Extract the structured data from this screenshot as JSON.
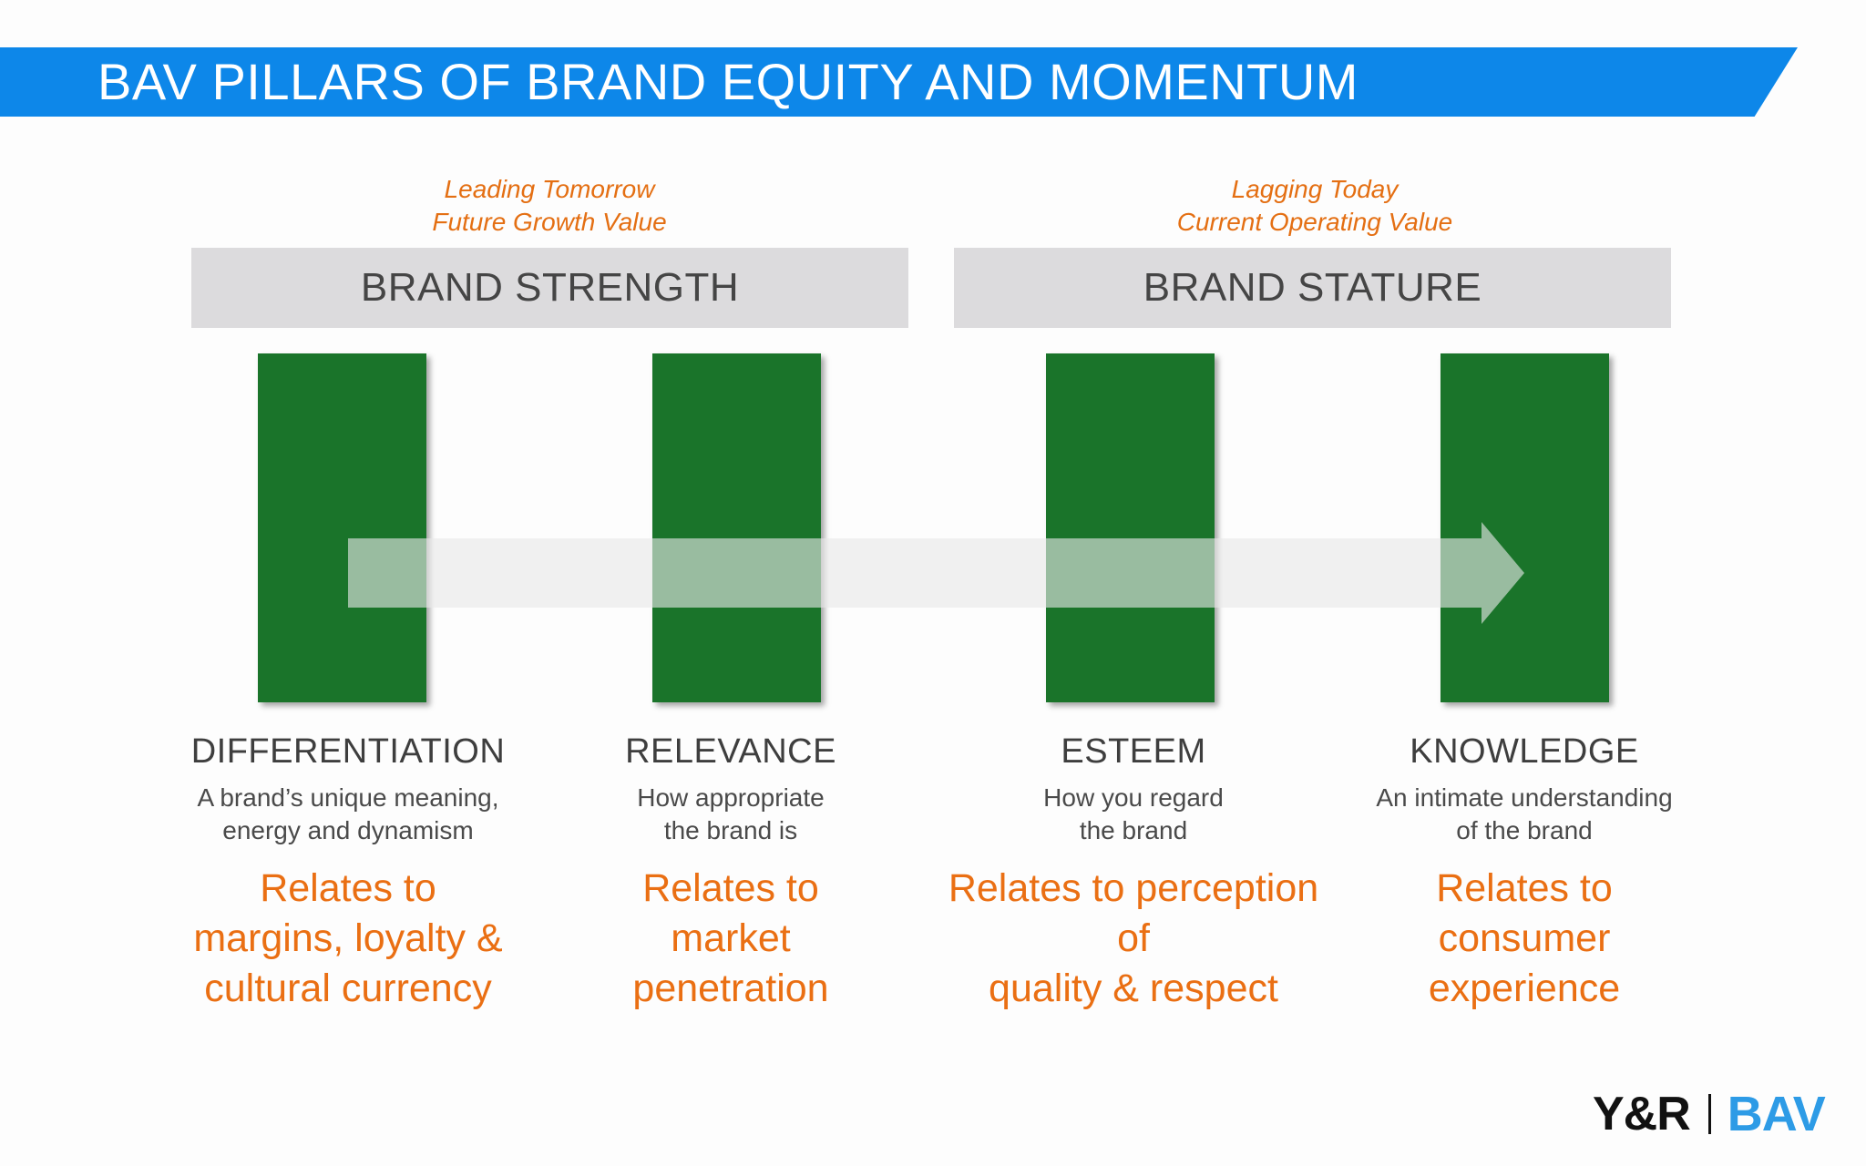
{
  "title": "BAV PILLARS OF BRAND EQUITY AND MOMENTUM",
  "colors": {
    "banner": "#0d87e9",
    "pillar": "#1a742a",
    "accent_orange": "#ea6f13",
    "group_box": "#dcdbdd"
  },
  "groups": [
    {
      "caption_line1": "Leading Tomorrow",
      "caption_line2": "Future Growth Value",
      "label": "BRAND STRENGTH"
    },
    {
      "caption_line1": "Lagging Today",
      "caption_line2": "Current Operating Value",
      "label": "BRAND STATURE"
    }
  ],
  "pillars": [
    {
      "name": "DIFFERENTIATION",
      "desc_line1": "A brand’s unique meaning,",
      "desc_line2": "energy and dynamism",
      "rel_line1": "Relates to",
      "rel_line2": "margins, loyalty &",
      "rel_line3": "cultural currency"
    },
    {
      "name": "RELEVANCE",
      "desc_line1": "How appropriate",
      "desc_line2": "the brand is",
      "rel_line1": "Relates to",
      "rel_line2": "market",
      "rel_line3": "penetration"
    },
    {
      "name": "ESTEEM",
      "desc_line1": "How you regard",
      "desc_line2": "the brand",
      "rel_line1": "Relates to perception",
      "rel_line2": "of",
      "rel_line3": "quality & respect"
    },
    {
      "name": "KNOWLEDGE",
      "desc_line1": "An intimate understanding",
      "desc_line2": "of the brand",
      "rel_line1": "Relates to",
      "rel_line2": "consumer",
      "rel_line3": "experience"
    }
  ],
  "logo": {
    "left": "Y&R",
    "right": "BAV"
  }
}
